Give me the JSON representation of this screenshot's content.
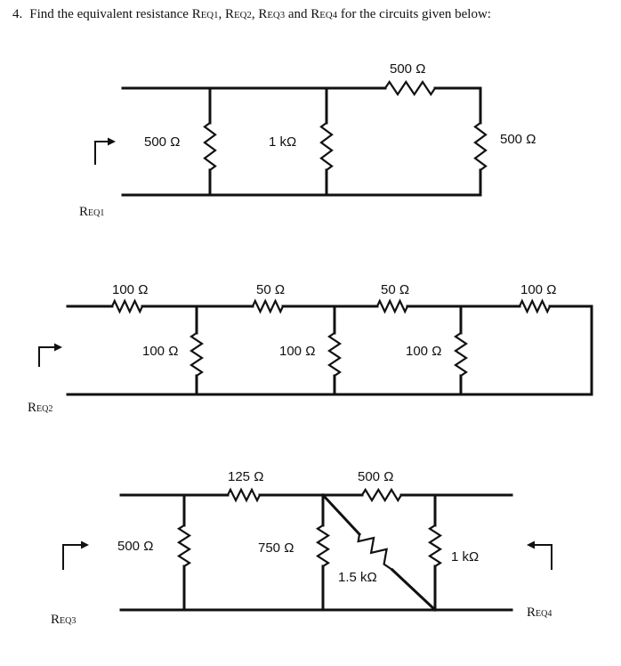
{
  "question": {
    "number": "4.",
    "prefix": "Find the equivalent resistance R",
    "s1": "EQ1",
    "sep1": ", R",
    "s2": "EQ2",
    "sep2": ", R",
    "s3": "EQ3",
    "sep3": " and R",
    "s4": "EQ4",
    "suffix": " for the circuits given below:"
  },
  "circuit1": {
    "r_top": "500 Ω",
    "r_left": "500 Ω",
    "r_mid": "1 kΩ",
    "r_right": "500 Ω",
    "req_letter": "R",
    "req_sub": "EQ1"
  },
  "circuit2": {
    "r_series1": "100 Ω",
    "r_series2": "50 Ω",
    "r_series3": "50 Ω",
    "r_series4": "100 Ω",
    "r_shunt1": "100 Ω",
    "r_shunt2": "100 Ω",
    "r_shunt3": "100 Ω",
    "req_letter": "R",
    "req_sub": "EQ2"
  },
  "circuit3": {
    "r_top1": "125 Ω",
    "r_top2": "500 Ω",
    "r_left": "500 Ω",
    "r_mid": "750 Ω",
    "r_diag": "1.5 kΩ",
    "r_right": "1 kΩ",
    "req3_letter": "R",
    "req3_sub": "EQ3",
    "req4_letter": "R",
    "req4_sub": "EQ4"
  }
}
